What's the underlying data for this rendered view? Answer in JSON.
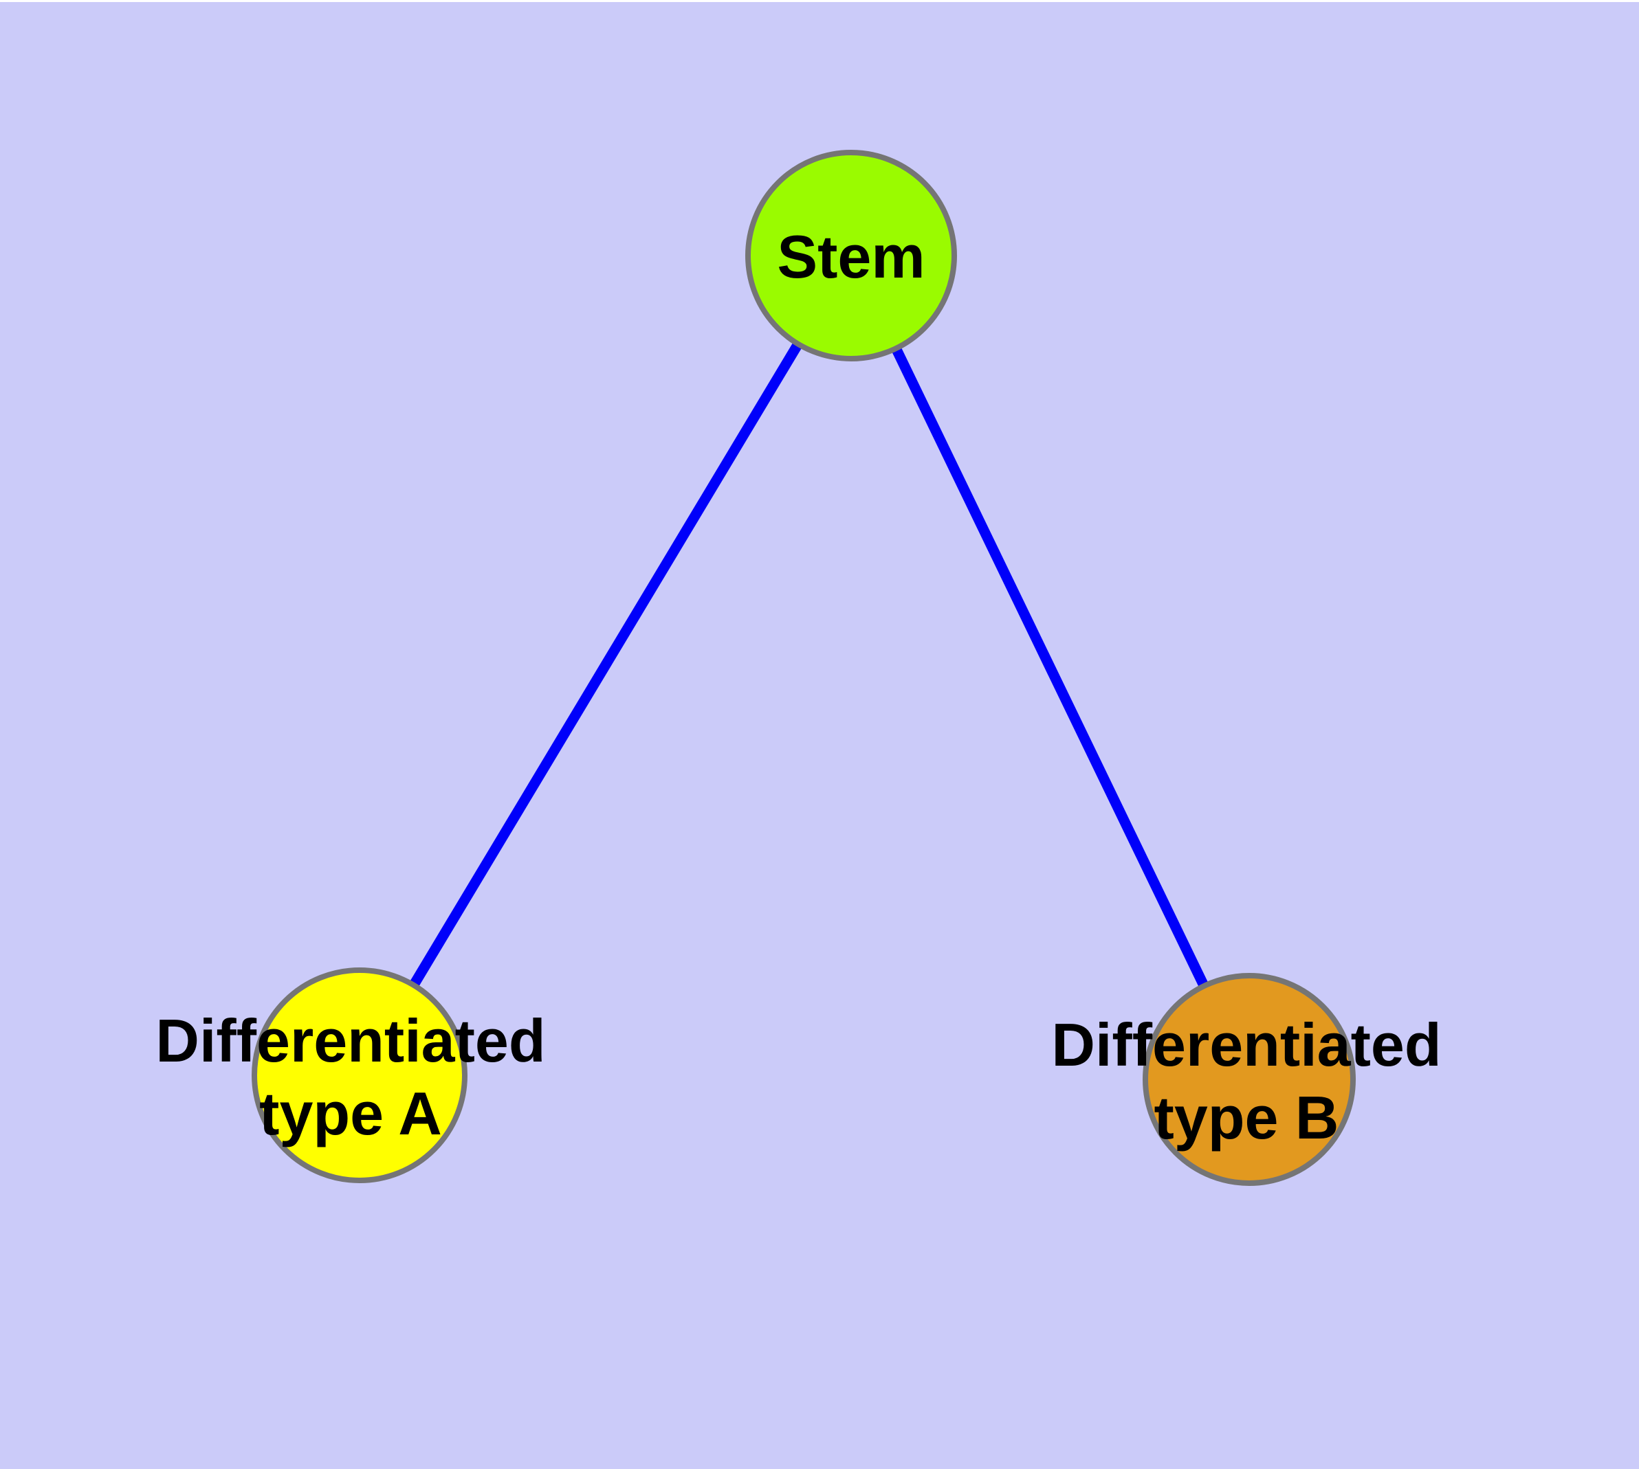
{
  "diagram": {
    "background_color": "#CBCBF9",
    "text_color": "#000000",
    "edge_color": "#0000FA",
    "node_border_color": "#757575",
    "nodes": [
      {
        "id": "stem",
        "label": "Stem",
        "fill": "#9AFB00"
      },
      {
        "id": "differentiated-type-a",
        "label_line1": "Differentiated",
        "label_line2": "type A",
        "fill": "#FFFF00"
      },
      {
        "id": "differentiated-type-b",
        "label_line1": "Differentiated",
        "label_line2": "type B",
        "fill": "#E2991F"
      }
    ],
    "edges": [
      {
        "from": "stem",
        "to": "differentiated-type-a"
      },
      {
        "from": "stem",
        "to": "differentiated-type-b"
      }
    ]
  }
}
